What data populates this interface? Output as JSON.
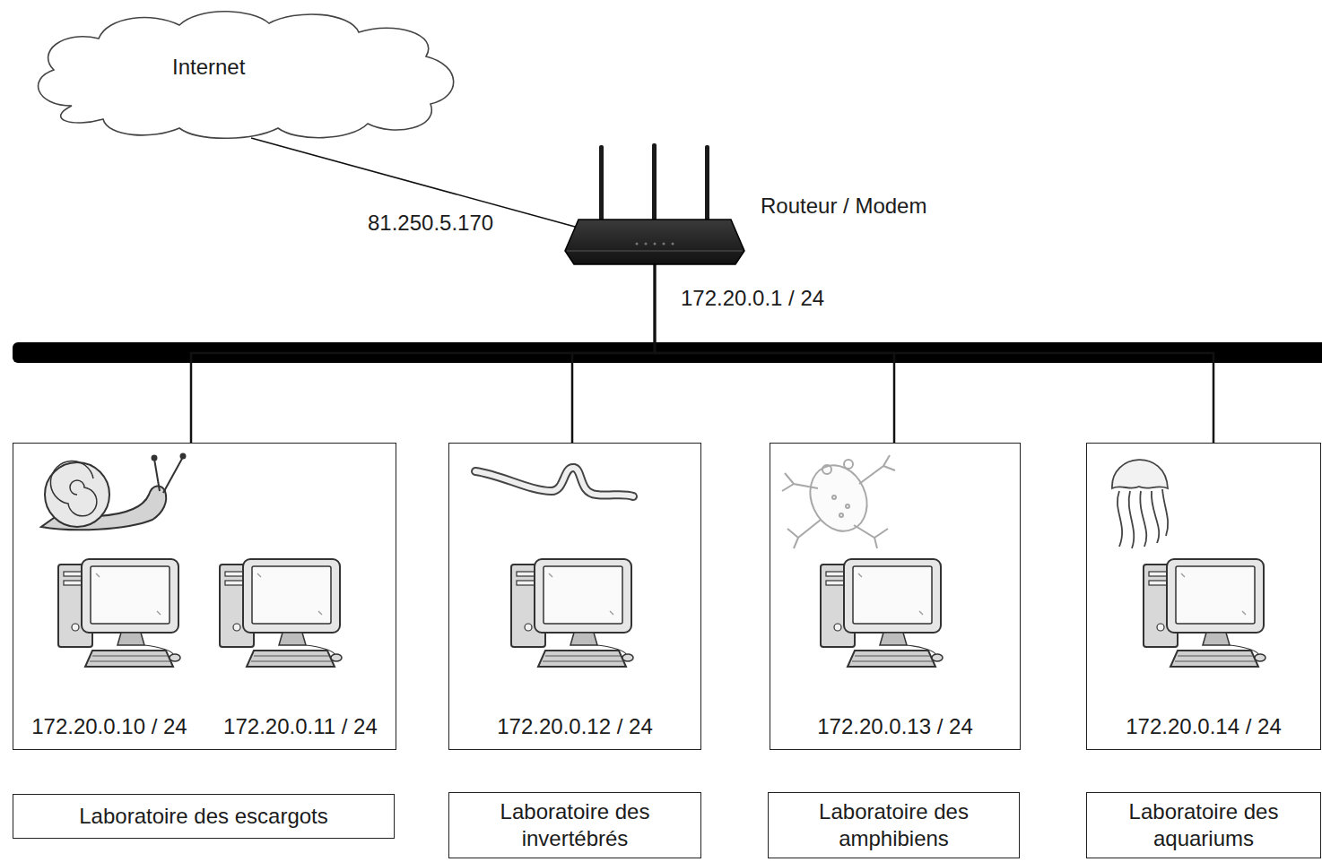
{
  "diagram": {
    "nodes": [
      {
        "text": [
          "Internet"
        ]
      },
      {
        "text": [
          "Routeur / Modem"
        ]
      },
      {
        "text": [
          "172.20.0.10 / 24",
          "172.20.0.11 / 24"
        ]
      },
      {
        "text": [
          "Laboratoire des escargots"
        ]
      },
      {
        "text": [
          "172.20.0.12 / 24"
        ]
      },
      {
        "text": [
          "Laboratoire des invertébrés"
        ]
      },
      {
        "text": [
          "172.20.0.13 / 24"
        ]
      },
      {
        "text": [
          "Laboratoire des amphibiens"
        ]
      },
      {
        "text": [
          "172.20.0.14 / 24"
        ]
      },
      {
        "text": [
          "Laboratoire des aquariums"
        ]
      }
    ],
    "edges": [
      {
        "from": 0,
        "to": 1,
        "arrow": "none",
        "label": "81.250.5.170"
      },
      {
        "from": 1,
        "to": 2,
        "arrow": "none"
      },
      {
        "from": 1,
        "to": 4,
        "arrow": "none"
      },
      {
        "from": 1,
        "to": 6,
        "arrow": "none"
      },
      {
        "from": 1,
        "to": 8,
        "arrow": "none"
      }
    ],
    "labels": [
      "172.20.0.1 / 24"
    ]
  }
}
